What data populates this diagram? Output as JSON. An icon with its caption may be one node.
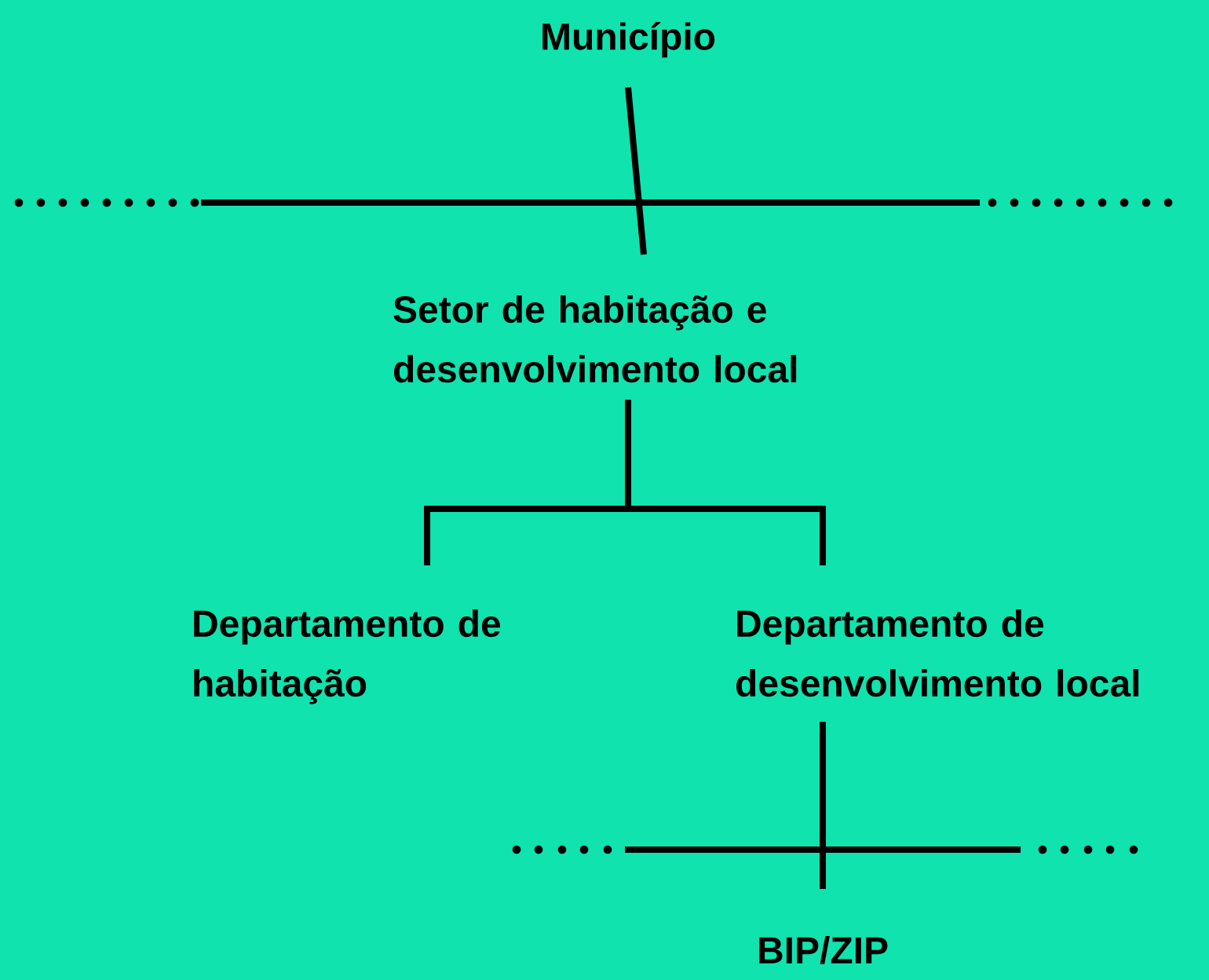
{
  "diagram": {
    "nodes": [
      {
        "text": [
          "Município"
        ]
      },
      {
        "text": [
          "Setor de habitação e desenvolvimento local"
        ]
      },
      {
        "text": [
          "Departamento de habitação"
        ]
      },
      {
        "text": [
          "Departamento de desenvolvimento local"
        ]
      },
      {
        "text": [
          "BIP/ZIP"
        ]
      }
    ],
    "edges": [
      {
        "from": 0,
        "to": 1,
        "arrow": "none"
      },
      {
        "from": 1,
        "to": 2,
        "arrow": "none"
      },
      {
        "from": 1,
        "to": 3,
        "arrow": "none"
      },
      {
        "from": 3,
        "to": 4,
        "arrow": "none"
      }
    ]
  }
}
